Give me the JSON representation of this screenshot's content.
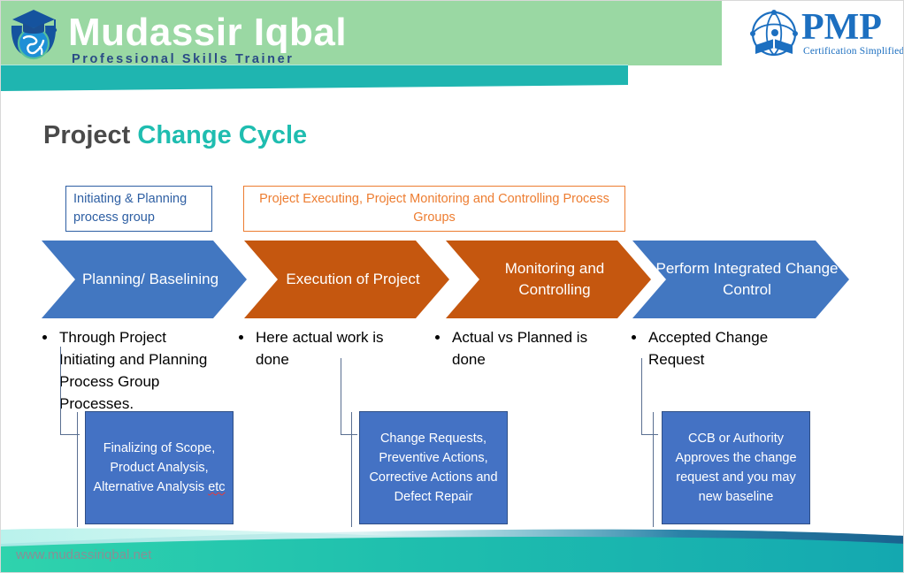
{
  "header": {
    "brand_name": "Mudassir Iqbal",
    "brand_tagline": "Professional Skills Trainer",
    "logo_icon": "graduation-cap-globe-icon",
    "pmp_logo_text": "PMP",
    "pmp_logo_tagline": "Certification Simplified",
    "pmp_icon": "pmp-network-book-icon",
    "colors": {
      "band_green": "#9ad8a3",
      "band_teal": "#1fb5b0",
      "brand_text": "#ffffff",
      "tagline_text": "#2a4b86",
      "pmp_blue": "#1c6fc0"
    }
  },
  "title": {
    "part1": "Project ",
    "part2": "Change Cycle",
    "color1": "#4a4a4a",
    "color2": "#1fbdb0"
  },
  "callouts": [
    {
      "id": "initiating-planning",
      "text": "Initiating & Planning process group",
      "color": "#2e5fa3"
    },
    {
      "id": "executing-monitoring",
      "text": "Project Executing, Project Monitoring and Controlling Process Groups",
      "color": "#ed7d31"
    }
  ],
  "chevrons": [
    {
      "id": "planning-baselining",
      "label": "Planning/ Baselining",
      "color": "#4277c1"
    },
    {
      "id": "execution-of-project",
      "label": "Execution of Project",
      "color": "#c5570f"
    },
    {
      "id": "monitoring-controlling",
      "label": "Monitoring and Controlling",
      "color": "#c5570f"
    },
    {
      "id": "perform-integrated-change-control",
      "label": "Perform Integrated Change Control",
      "color": "#4277c1"
    }
  ],
  "bullets": [
    {
      "id": "planning-bullet",
      "text": "Through Project Initiating and Planning Process Group Processes."
    },
    {
      "id": "execution-bullet",
      "text": "Here actual work is done"
    },
    {
      "id": "monitoring-bullet",
      "text": "Actual vs Planned is done"
    },
    {
      "id": "change-control-bullet",
      "text": "Accepted Change Request"
    }
  ],
  "detail_boxes": [
    {
      "id": "planning-details",
      "line1": "Finalizing of Scope, Product Analysis, Alternative Analysis ",
      "line2": "etc",
      "background": "#4472c4",
      "text_color": "#ffffff",
      "spellcheck_flag": "etc"
    },
    {
      "id": "execution-details",
      "line1": "Change Requests, Preventive Actions, Corrective Actions and Defect Repair",
      "line2": "",
      "background": "#4472c4",
      "text_color": "#ffffff"
    },
    {
      "id": "change-control-details",
      "line1": "CCB or Authority Approves the change request and you may new baseline",
      "line2": "",
      "background": "#4472c4",
      "text_color": "#ffffff"
    }
  ],
  "footer": {
    "url": "www.mudassiriqbal.net",
    "url_color": "#8a8f95",
    "wave_teal": "#2ecfae",
    "wave_blue": "#1f6f9e"
  }
}
